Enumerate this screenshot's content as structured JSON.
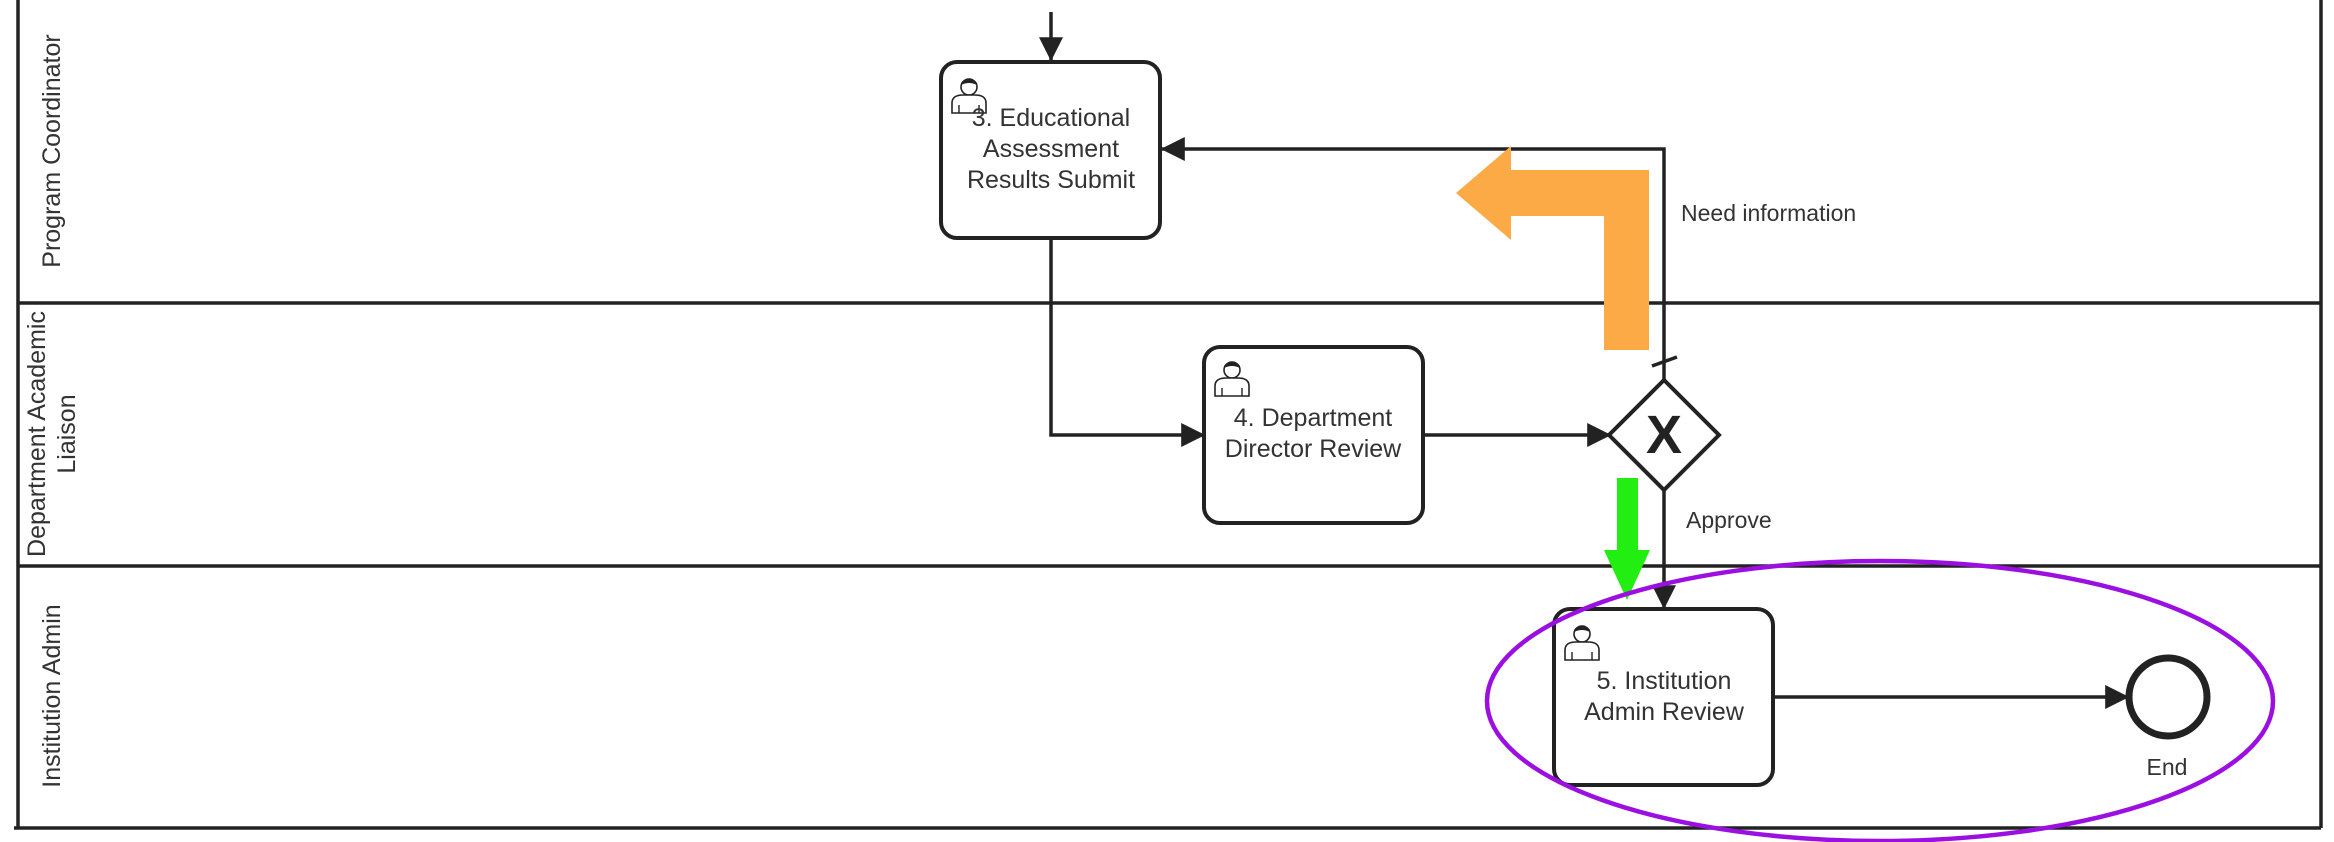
{
  "pool": {
    "lanes": [
      {
        "id": "program-coordinator",
        "label": "Program Coordinator"
      },
      {
        "id": "department-academic-liaison",
        "label_lines": [
          "Department Academic",
          "Liaison"
        ]
      },
      {
        "id": "institution-admin",
        "label": "Institution Admin"
      }
    ]
  },
  "tasks": {
    "t3": {
      "lines": [
        "3. Educational",
        "Assessment",
        "Results Submit"
      ],
      "type": "user-task"
    },
    "t4": {
      "lines": [
        "4. Department",
        "Director Review"
      ],
      "type": "user-task"
    },
    "t5": {
      "lines": [
        "5. Institution",
        "Admin Review"
      ],
      "type": "user-task"
    }
  },
  "gateway": {
    "type": "exclusive",
    "symbol": "X"
  },
  "flows": {
    "need_info": "Need information",
    "approve": "Approve"
  },
  "end_event": {
    "label": "End"
  },
  "highlights": {
    "back_arrow_color": "#FBAA45",
    "forward_arrow_color": "#22EE11",
    "focus_ellipse_color": "#9B10E0"
  },
  "icons": [
    "user-icon",
    "exclusive-gateway-icon",
    "end-event-icon"
  ]
}
